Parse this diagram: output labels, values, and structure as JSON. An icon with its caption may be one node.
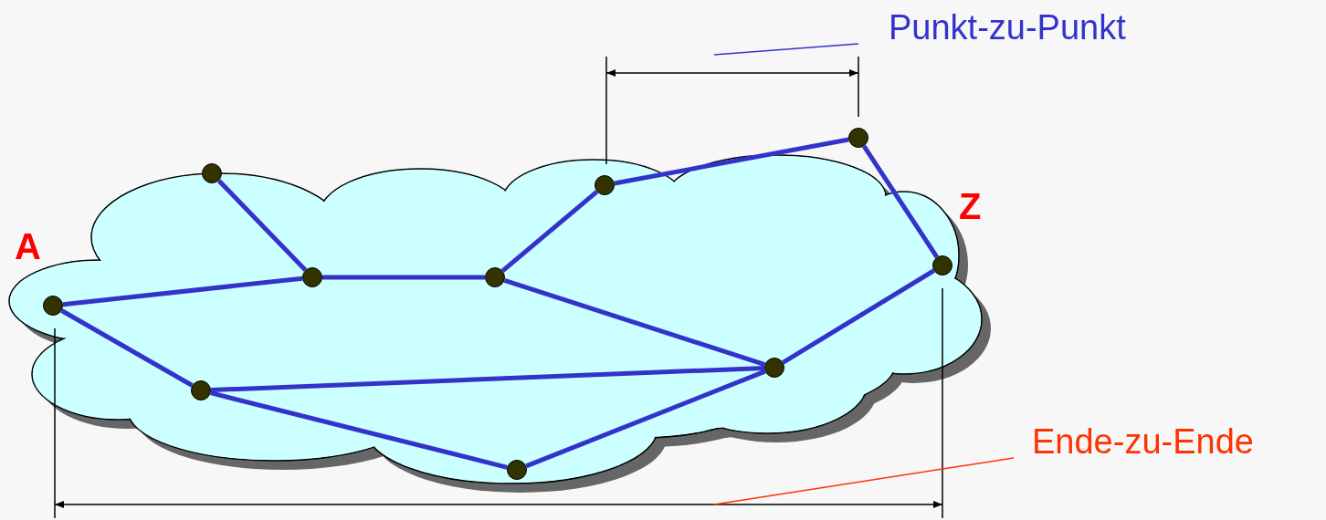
{
  "diagram": {
    "nodes": [
      {
        "text": [],
        "shape": "circle"
      },
      {
        "text": [],
        "shape": "circle",
        "beside": [
          "A"
        ]
      },
      {
        "text": [],
        "shape": "circle"
      },
      {
        "text": [],
        "shape": "circle"
      },
      {
        "text": [],
        "shape": "circle"
      },
      {
        "text": [],
        "shape": "circle"
      },
      {
        "text": [],
        "shape": "circle",
        "beside": [
          "Z"
        ]
      },
      {
        "text": [],
        "shape": "circle"
      },
      {
        "text": [],
        "shape": "circle"
      },
      {
        "text": [],
        "shape": "circle"
      },
      {
        "text": [
          "Punkt-zu-Punkt"
        ]
      },
      {
        "text": [
          "Ende-zu-Ende"
        ]
      }
    ],
    "edges": [
      {
        "from": 0,
        "to": 2,
        "arrow": "none"
      },
      {
        "from": 1,
        "to": 2,
        "arrow": "none"
      },
      {
        "from": 2,
        "to": 3,
        "arrow": "none"
      },
      {
        "from": 3,
        "to": 4,
        "arrow": "none"
      },
      {
        "from": 4,
        "to": 5,
        "arrow": "none"
      },
      {
        "from": 5,
        "to": 6,
        "arrow": "none"
      },
      {
        "from": 3,
        "to": 8,
        "arrow": "none"
      },
      {
        "from": 6,
        "to": 8,
        "arrow": "none"
      },
      {
        "from": 1,
        "to": 7,
        "arrow": "none"
      },
      {
        "from": 7,
        "to": 8,
        "arrow": "none"
      },
      {
        "from": 7,
        "to": 9,
        "arrow": "none"
      },
      {
        "from": 9,
        "to": 8,
        "arrow": "none"
      },
      {
        "from": 10,
        "to": null,
        "arrow": "none"
      },
      {
        "from": 11,
        "to": null,
        "arrow": "none",
        "color": "#ff3300"
      }
    ]
  }
}
